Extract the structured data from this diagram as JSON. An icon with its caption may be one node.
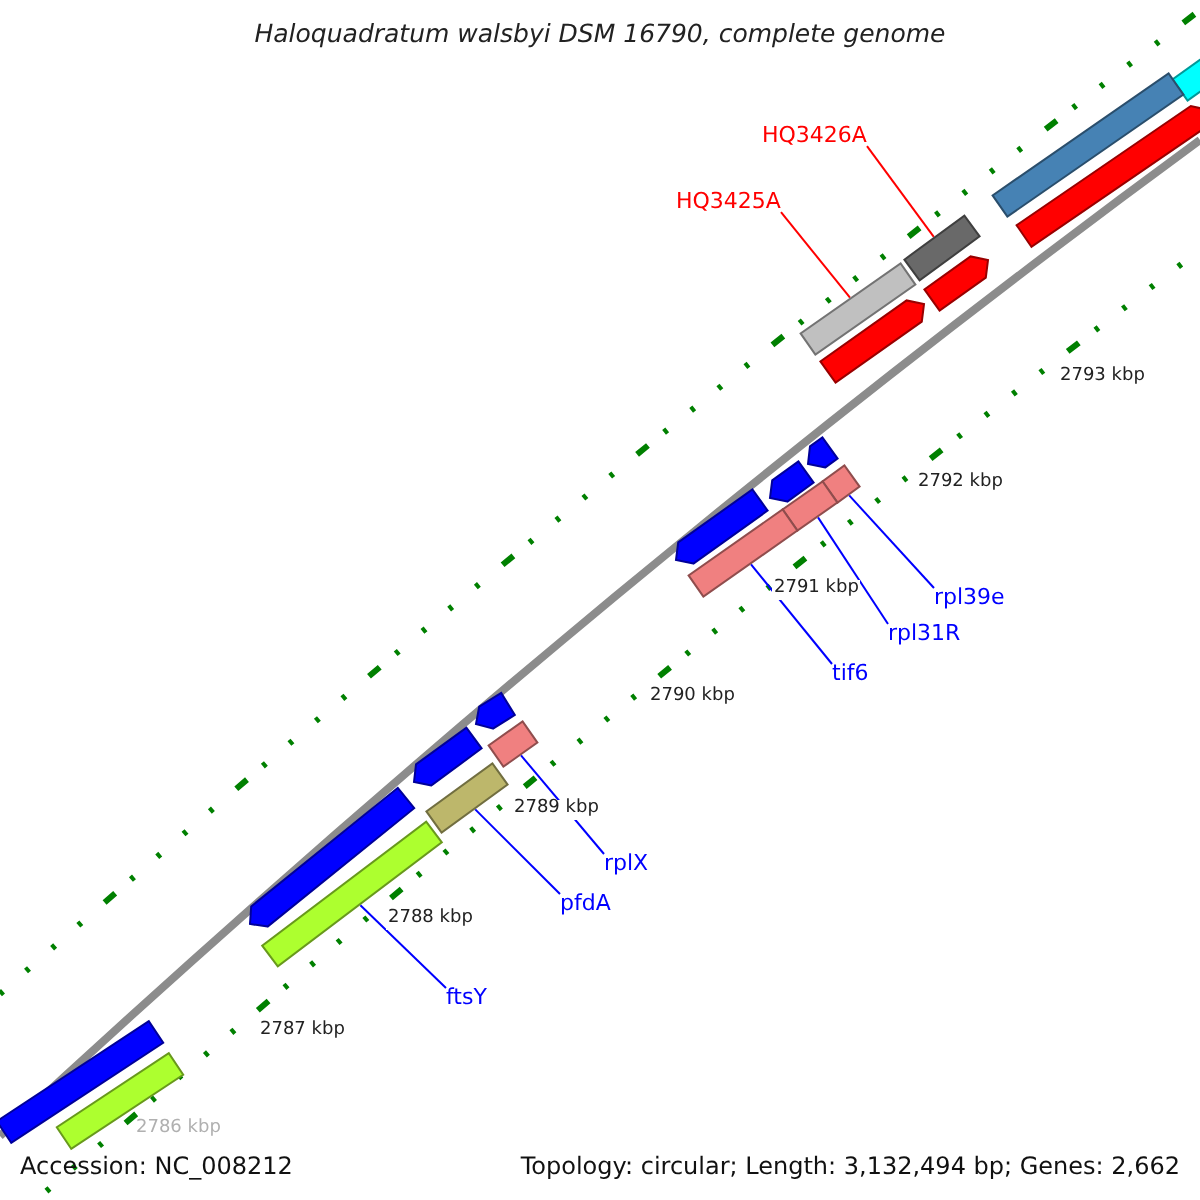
{
  "diagram": {
    "title": "Haloquadratum walsbyi DSM 16790, complete genome",
    "nodes": [
      {
        "text": [
          "HQ3426A"
        ]
      },
      {
        "text": [
          "HQ3425A"
        ]
      },
      {
        "text": [
          "rpl39e"
        ]
      },
      {
        "text": [
          "rpl31R"
        ]
      },
      {
        "text": [
          "tif6"
        ]
      },
      {
        "text": [
          "rplX"
        ]
      },
      {
        "text": [
          "pfdA"
        ]
      },
      {
        "text": [
          "ftsY"
        ]
      },
      {
        "text": [],
        "shape": "bar"
      },
      {
        "text": [],
        "shape": "bar"
      },
      {
        "text": [],
        "shape": "bar"
      },
      {
        "text": [],
        "shape": "bar"
      },
      {
        "text": [],
        "shape": "bar"
      },
      {
        "text": [],
        "shape": "bar"
      },
      {
        "text": [],
        "shape": "bar"
      },
      {
        "text": [],
        "shape": "bar"
      },
      {
        "text": [],
        "shape": "bar"
      },
      {
        "text": [],
        "shape": "bar"
      },
      {
        "text": [],
        "shape": "bar"
      },
      {
        "text": [],
        "shape": "bar"
      },
      {
        "text": [],
        "shape": "bar"
      },
      {
        "text": [],
        "shape": "bar"
      },
      {
        "text": [],
        "shape": "bar"
      },
      {
        "text": [],
        "shape": "bar"
      },
      {
        "text": [],
        "shape": "bar"
      },
      {
        "text": [],
        "shape": "bar"
      },
      {
        "text": [],
        "shape": "bar"
      },
      {
        "text": [],
        "shape": "bar"
      },
      {
        "text": [],
        "shape": "bar"
      }
    ],
    "edges": [
      {
        "from": 0,
        "to": 11,
        "arrow": "none",
        "color": "#ff0000"
      },
      {
        "from": 1,
        "to": 13,
        "arrow": "none",
        "color": "#ff0000"
      },
      {
        "from": 2,
        "to": 16,
        "arrow": "none"
      },
      {
        "from": 3,
        "to": 18,
        "arrow": "none"
      },
      {
        "from": 4,
        "to": 20,
        "arrow": "none"
      },
      {
        "from": 5,
        "to": 22,
        "arrow": "none"
      },
      {
        "from": 6,
        "to": 24,
        "arrow": "none"
      },
      {
        "from": 7,
        "to": 26,
        "arrow": "none"
      }
    ],
    "labels": [
      "2793 kbp",
      "2792 kbp",
      "2791 kbp",
      "2790 kbp",
      "2789 kbp",
      "2788 kbp",
      "2787 kbp",
      "2786 kbp",
      "Accession: NC_008212",
      "Topology: circular; Length: 3,132,494 bp; Genes: 2,662"
    ]
  }
}
